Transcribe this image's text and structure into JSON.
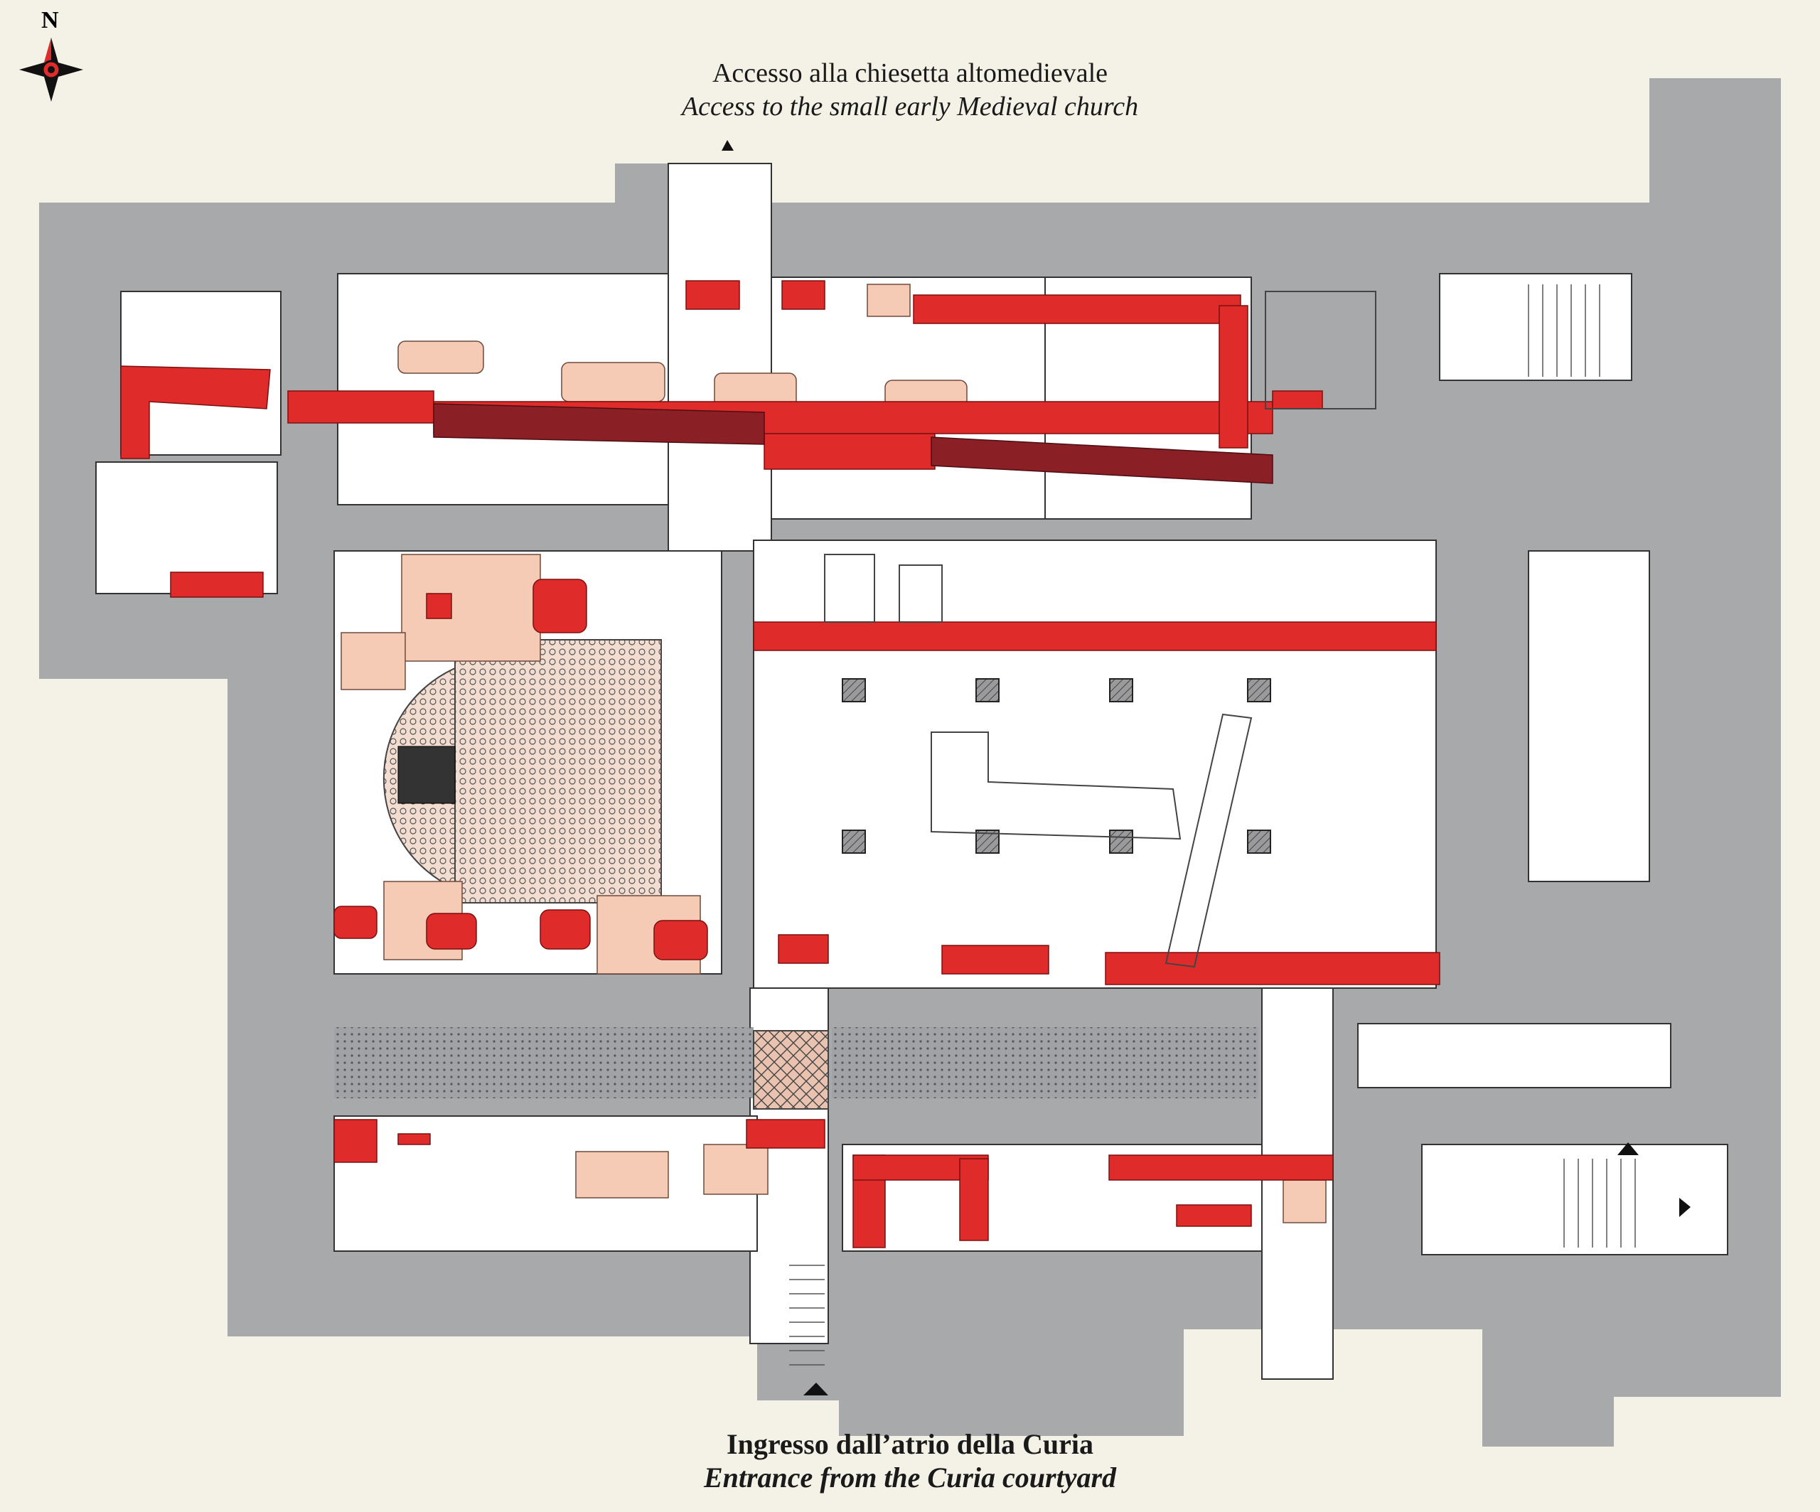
{
  "compass": {
    "north_label": "N",
    "icon": "compass-rose-icon"
  },
  "top_access": {
    "label_it": "Accesso alla chiesetta altomedievale",
    "label_en": "Access to the small early Medieval church"
  },
  "bottom_access": {
    "label_it": "Ingresso dall’atrio della Curia",
    "label_en": "Entrance from the Curia courtyard"
  },
  "colors": {
    "background": "#f4f1e6",
    "walls": "#a8a9ab",
    "rooms": "#ffffff",
    "remains_red": "#e02b2b",
    "remains_dark": "#8b1f26",
    "remains_light": "#f5cbb5",
    "dotted_floor": "#8f8f92"
  }
}
